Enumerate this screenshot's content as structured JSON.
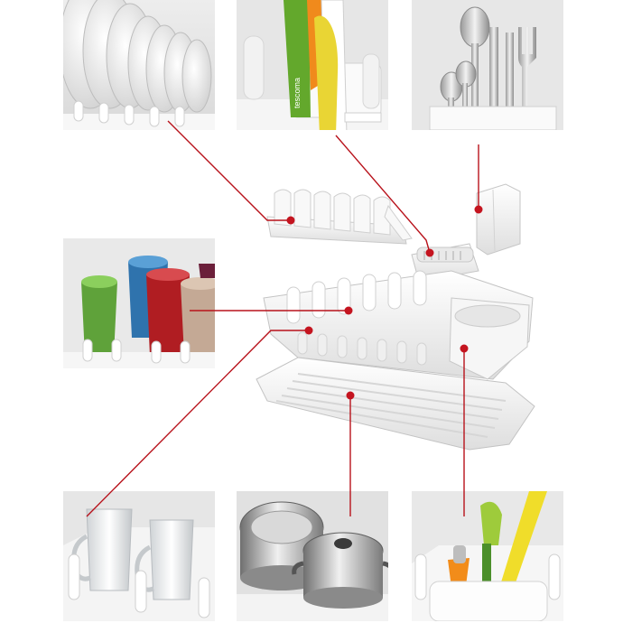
{
  "brand_text": "tescoma",
  "colors": {
    "callout_line": "#b8121b",
    "callout_dot": "#c4141f",
    "tile_background": "#e8e8e8",
    "plastic_white": "#f4f4f4"
  },
  "tiles": [
    {
      "id": "plates",
      "subject": "plates-in-rack"
    },
    {
      "id": "knives",
      "subject": "knives-in-block"
    },
    {
      "id": "cutlery",
      "subject": "cutlery-in-holder"
    },
    {
      "id": "cups",
      "subject": "cups-on-pegs"
    },
    {
      "id": "glasses",
      "subject": "glasses-on-rack"
    },
    {
      "id": "pots",
      "subject": "pots-on-tray"
    },
    {
      "id": "utensils",
      "subject": "utensils-in-caddy"
    }
  ]
}
